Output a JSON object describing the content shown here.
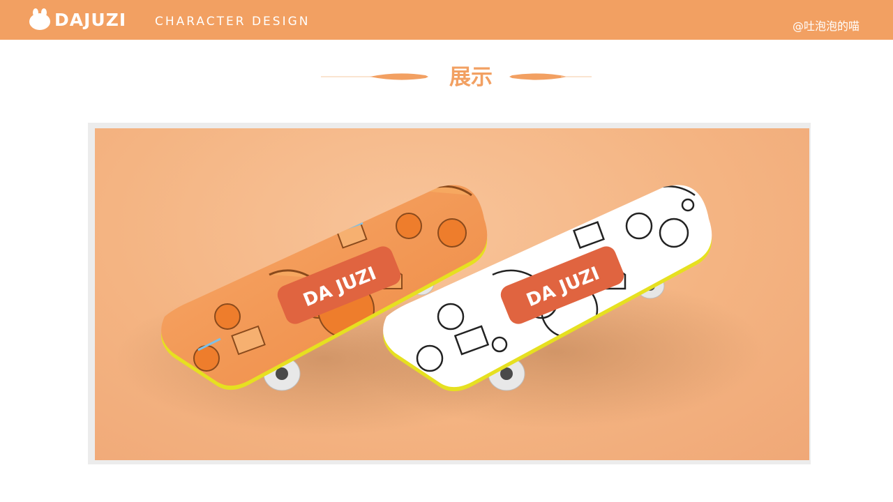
{
  "header": {
    "brand": "DAJUZI",
    "subtitle": "CHARACTER DESIGN",
    "author": "@吐泡泡的喵"
  },
  "section": {
    "title": "展示"
  },
  "boards": [
    {
      "label": "DA JUZI",
      "theme": "orange",
      "deck_color": "#f0934e"
    },
    {
      "label": "DA JUZI",
      "theme": "line-art",
      "deck_color": "#ffffff"
    }
  ],
  "colors": {
    "header": "#f2a062",
    "accent": "#f2a062",
    "label_panel": "#e06440",
    "edge": "#e8e820"
  }
}
